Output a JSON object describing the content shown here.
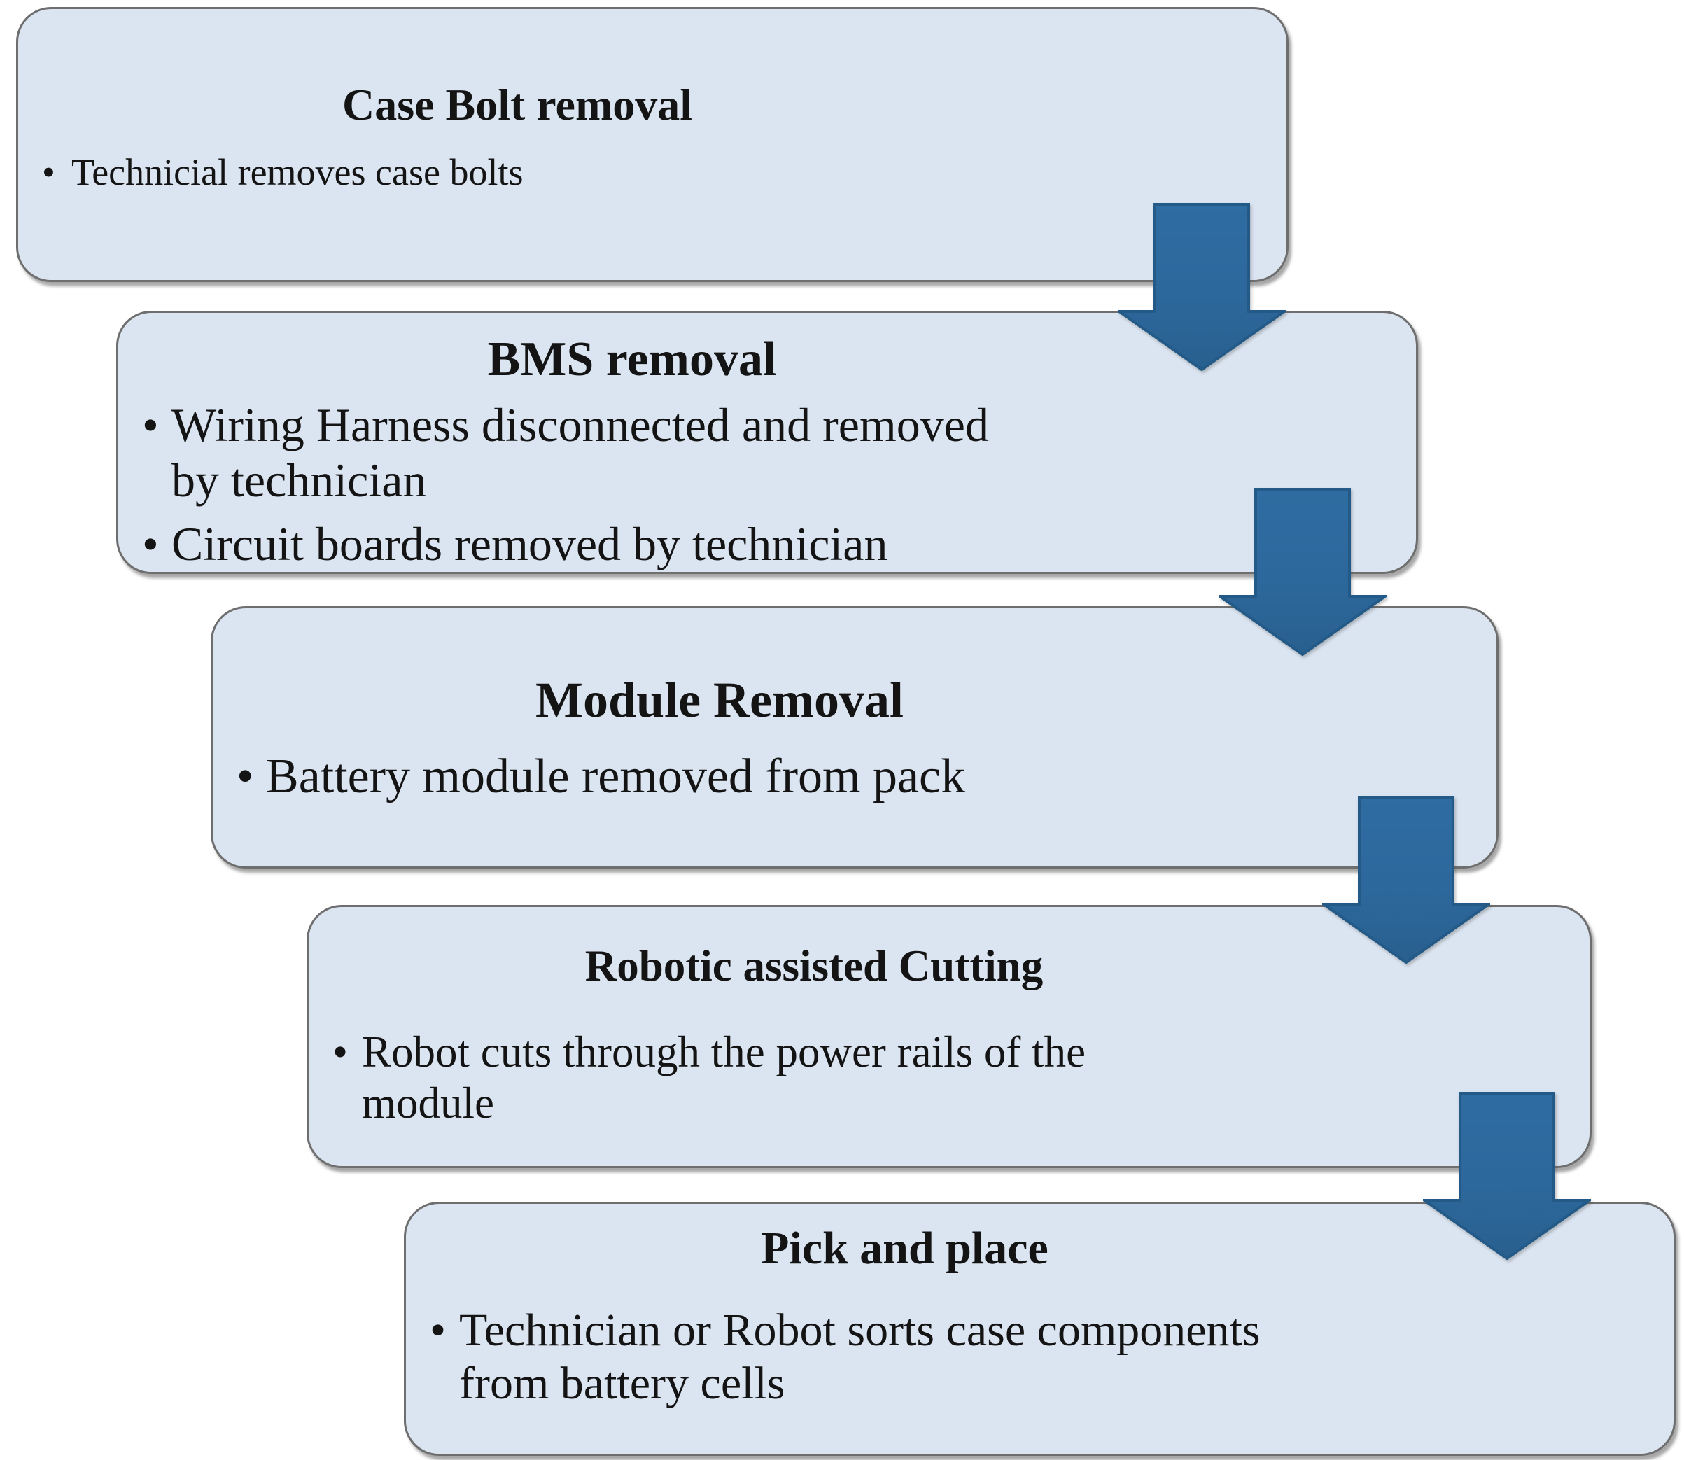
{
  "diagram": {
    "type": "flowchart",
    "direction": "top-to-bottom",
    "bullet_char": "•",
    "steps": [
      {
        "title": "Case Bolt removal",
        "bullets": [
          "Technicial removes case bolts"
        ]
      },
      {
        "title": "BMS removal",
        "bullets": [
          "Wiring Harness disconnected and removed\nby technician",
          "Circuit boards removed by technician"
        ]
      },
      {
        "title": "Module Removal",
        "bullets": [
          "Battery module removed from pack"
        ]
      },
      {
        "title": "Robotic assisted Cutting",
        "bullets": [
          "Robot cuts through the power rails of the\nmodule"
        ]
      },
      {
        "title": "Pick and place",
        "bullets": [
          "Technician or Robot sorts case components\nfrom battery cells"
        ]
      }
    ],
    "connector": "down-arrow",
    "colors": {
      "box_fill": "#dbe5f1",
      "box_border": "#6e6e6e",
      "arrow_fill": "#2d689c",
      "arrow_fill_dark": "#28608f",
      "arrow_border": "#235a88",
      "text": "#141414",
      "background": "#ffffff"
    }
  }
}
